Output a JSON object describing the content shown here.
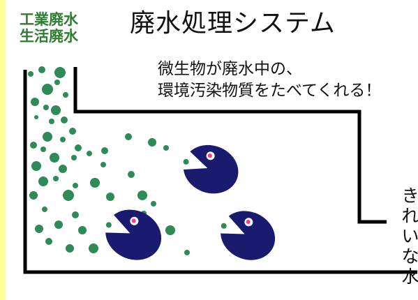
{
  "inflow_label": [
    "工業廃水",
    "生活廃水"
  ],
  "title": "廃水処理システム",
  "description": [
    "微生物が廃水中の、",
    "環境汚染物質をたべてくれる！"
  ],
  "outlet_label": [
    "き",
    "れ",
    "い",
    "な",
    "水"
  ],
  "colors": {
    "page_border": "#ffff99",
    "pollutant": "#2e8b57",
    "microbe": "#1a1a6e",
    "microbe_eye": "#ff3399",
    "tank_line": "#000000",
    "inflow_text": "#2e7d32"
  }
}
